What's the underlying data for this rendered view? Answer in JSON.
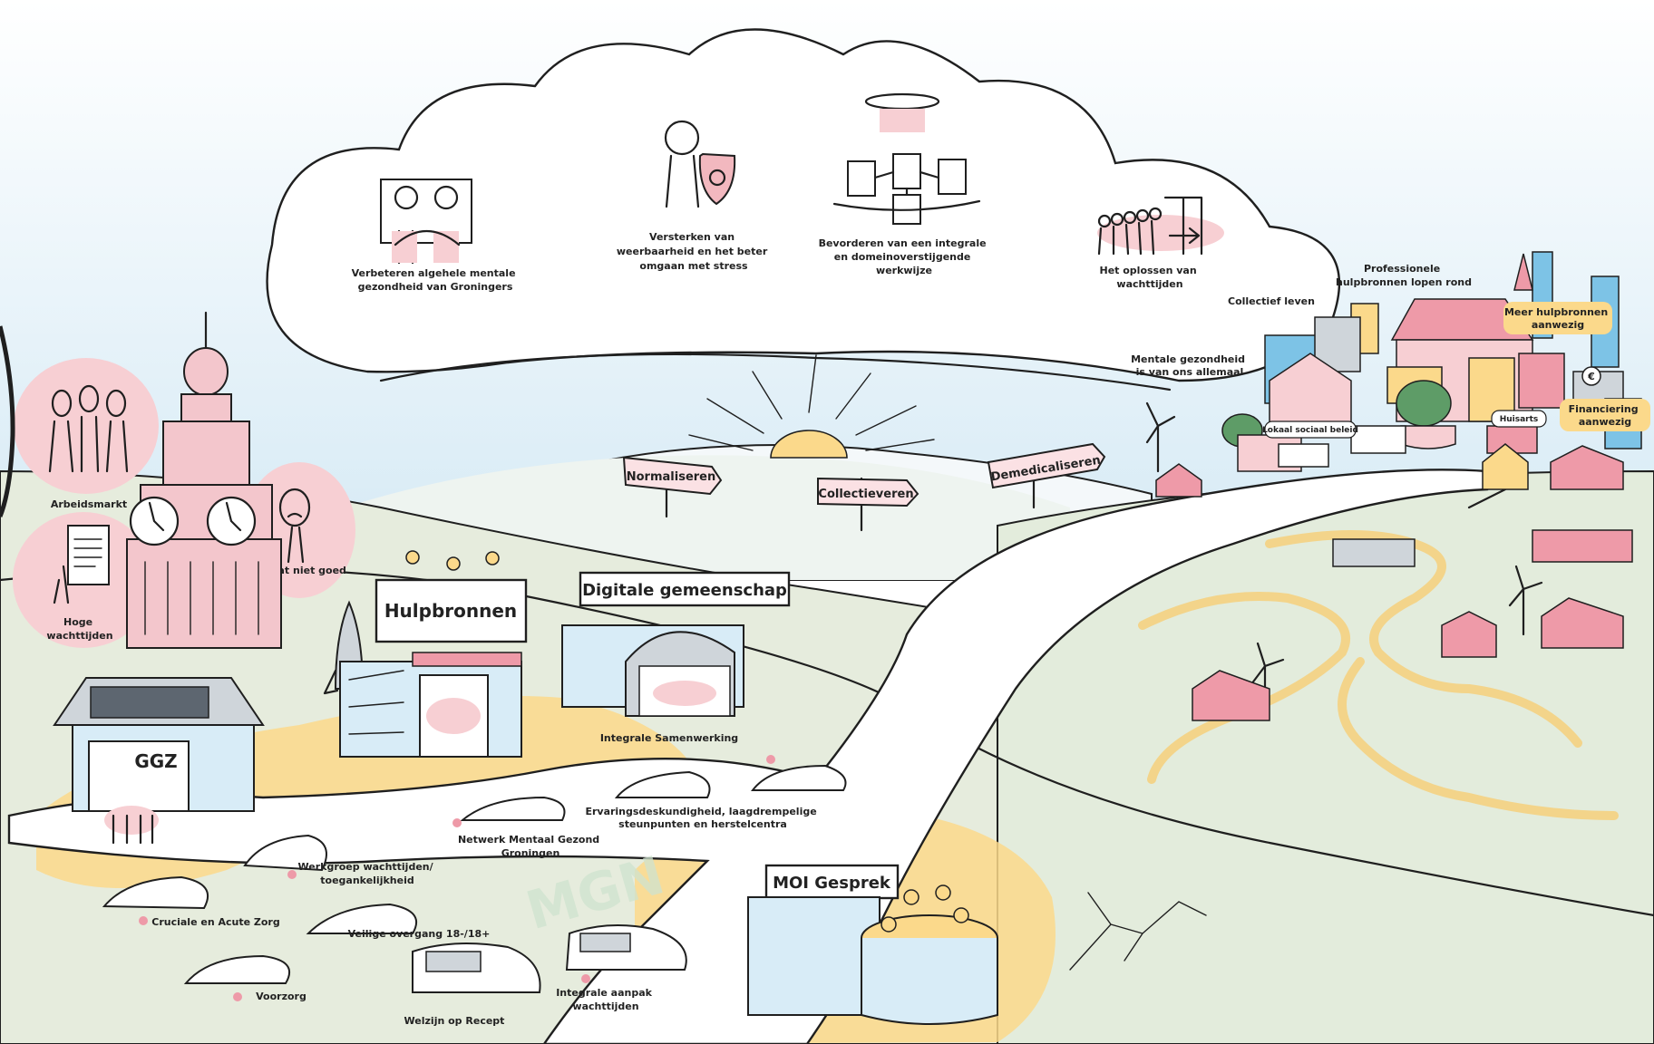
{
  "cloud_goals": [
    {
      "text": [
        "Verbeteren algehele mentale",
        "gezondheid van Groningers"
      ],
      "icon": "two-people-icon"
    },
    {
      "text": [
        "Versterken van",
        "weerbaarheid en het beter",
        "omgaan met stress"
      ],
      "icon": "person-with-shield-icon"
    },
    {
      "text": [
        "Bevorderen van een integrale",
        "en domeinoverstijgende",
        "werkwijze"
      ],
      "icon": "connected-groups-icon"
    },
    {
      "text": [
        "Het oplossen van",
        "wachttijden"
      ],
      "icon": "queue-icon"
    }
  ],
  "signposts": [
    "Normaliseren",
    "Collectieveren",
    "Demedicaliseren"
  ],
  "left_bubbles": {
    "arbeidsmarkt": "Arbeidsmarkt",
    "hoge_wachttijden": [
      "Hoge",
      "wachttijden"
    ],
    "gaat_niet_goed": "Gaat niet goed"
  },
  "buildings": {
    "ggz": "GGZ",
    "hulpbronnen": "Hulpbronnen",
    "digitale_gemeenschap": "Digitale gemeenschap",
    "integrale_samenwerking": "Integrale Samenwerking",
    "moi_gesprek": "MOI Gesprek"
  },
  "vehicles": [
    {
      "text": [
        "Netwerk Mentaal Gezond",
        "Groningen"
      ]
    },
    {
      "text": [
        "Ervaringsdeskundigheid, laagdrempelige",
        "steunpunten en herstelcentra"
      ]
    },
    {
      "text": [
        "Werkgroep wachttijden/",
        "toegankelijkheid"
      ]
    },
    {
      "text": [
        "Cruciale en Acute Zorg"
      ]
    },
    {
      "text": [
        "Veilige overgang 18-/18+"
      ]
    },
    {
      "text": [
        "Voorzorg"
      ]
    },
    {
      "text": [
        "Welzijn op Recept"
      ]
    },
    {
      "text": [
        "Integrale aanpak",
        "wachttijden"
      ]
    }
  ],
  "city_labels": {
    "professionele": [
      "Professionele",
      "hulpbronnen lopen rond"
    ],
    "collectief": "Collectief leven",
    "mentale": [
      "Mentale gezondheid",
      "is van ons allemaal"
    ],
    "meer": [
      "Meer hulpbronnen",
      "aanwezig"
    ],
    "financiering": [
      "Financiering",
      "aanwezig"
    ],
    "lokaal": "Lokaal sociaal beleid",
    "huisarts": "Huisarts",
    "euro": "€"
  },
  "watermark": "MGN",
  "colors": {
    "pink": "#f7cfd3",
    "yellow": "#fbd98b",
    "grass": "#e3ecdc",
    "sky": "#dcedf6"
  }
}
